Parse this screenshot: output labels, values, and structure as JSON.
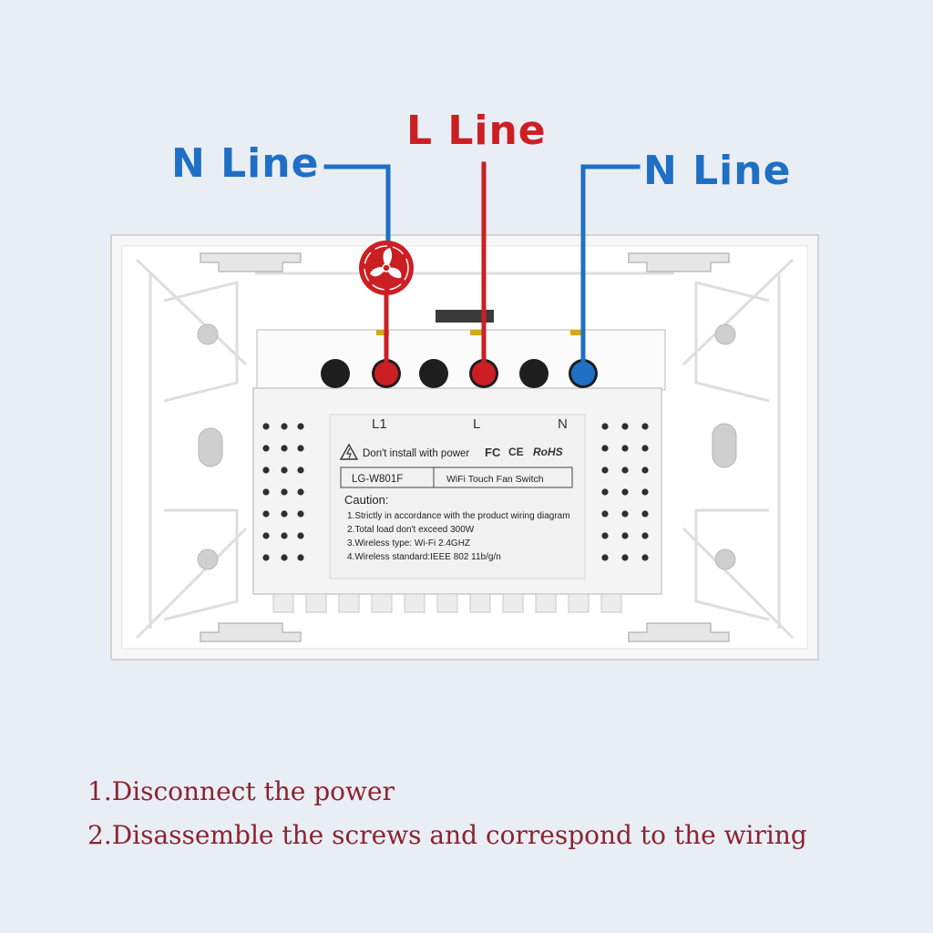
{
  "callouts": {
    "left_n": "N Line",
    "center_l": "L Line",
    "right_n": "N Line"
  },
  "terminals": {
    "l1": "L1",
    "l": "L",
    "n": "N"
  },
  "label": {
    "warning": "Don't install with power",
    "certs": {
      "fc": "FC",
      "ce": "CE",
      "rohs": "RoHS"
    },
    "model": "LG-W801F",
    "product": "WiFi Touch Fan Switch",
    "caution_title": "Caution:",
    "caution_items": [
      "1.Strictly in accordance with the product wiring diagram",
      "2.Total load don't exceed 300W",
      "3.Wireless type: Wi-Fi 2.4GHZ",
      "4.Wireless standard:IEEE 802 11b/g/n"
    ]
  },
  "steps": [
    "1.Disconnect the power",
    "2.Disassemble the screws and correspond to the wiring"
  ],
  "colors": {
    "neutral_wire": "#1f6fc4",
    "live_wire": "#cc1f24",
    "step_text": "#8b2430",
    "background": "#e9eef5"
  },
  "icons": {
    "fan": "fan-icon",
    "warning": "warning-triangle-icon"
  }
}
